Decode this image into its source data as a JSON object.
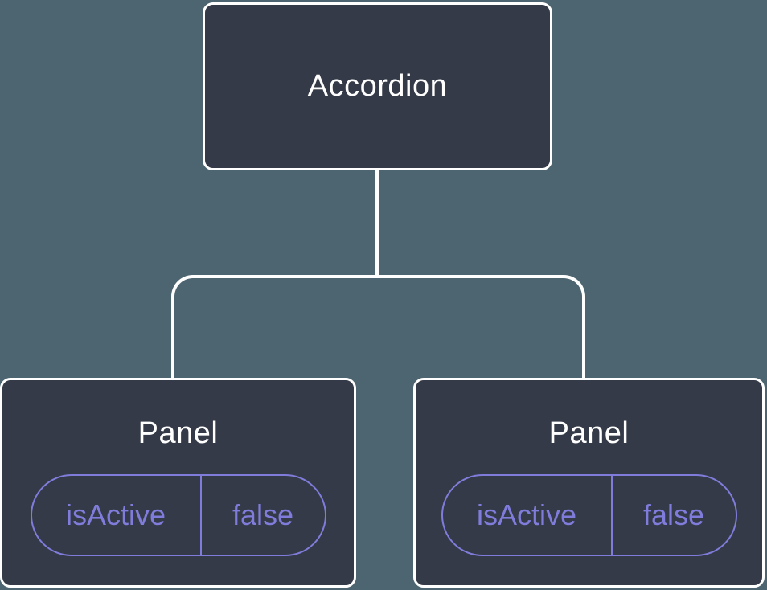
{
  "diagram": {
    "root": {
      "label": "Accordion"
    },
    "panels": [
      {
        "title": "Panel",
        "state": {
          "key": "isActive",
          "value": "false"
        }
      },
      {
        "title": "Panel",
        "state": {
          "key": "isActive",
          "value": "false"
        }
      }
    ]
  },
  "colors": {
    "canvas_bg": "#4D6570",
    "node_bg": "#343A47",
    "node_border": "#FFFFFF",
    "connector": "#FFFFFF",
    "title_text": "#FFFFFF",
    "accent_purple": "#807CDB"
  }
}
